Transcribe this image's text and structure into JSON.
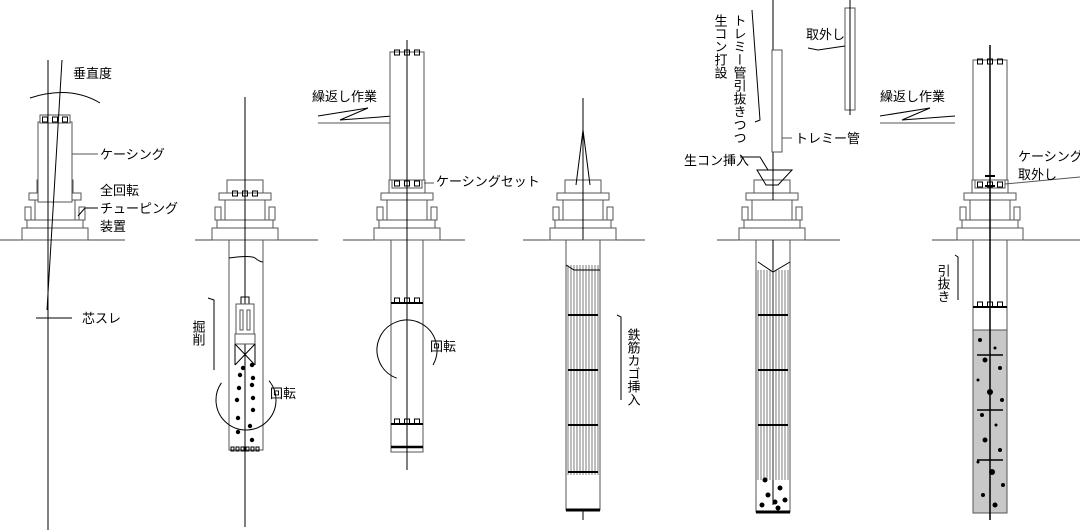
{
  "steps": [
    {
      "labels": {
        "verticality": "垂直度",
        "casing": "ケーシング",
        "device_1": "全回転",
        "device_2": "チューピング",
        "device_3": "装置",
        "misalignment": "芯スレ"
      }
    },
    {
      "labels": {
        "excavation": "掘削",
        "rotation": "回転"
      }
    },
    {
      "labels": {
        "repeat": "繰返し作業",
        "casing_set": "ケーシングセット",
        "rotation": "回転"
      }
    },
    {
      "labels": {
        "cage_insert": "鉄筋カゴ挿入"
      }
    },
    {
      "labels": {
        "tremie_pull": "トレミー管引抜きつつ",
        "concrete_pour": "生コン打設",
        "remove": "取外し",
        "tremie": "トレミー管",
        "concrete_insert": "生コン挿入"
      }
    },
    {
      "labels": {
        "repeat": "繰返し作業",
        "casing_remove_1": "ケーシング",
        "casing_remove_2": "取外し",
        "pull_out": "引抜き"
      }
    }
  ]
}
